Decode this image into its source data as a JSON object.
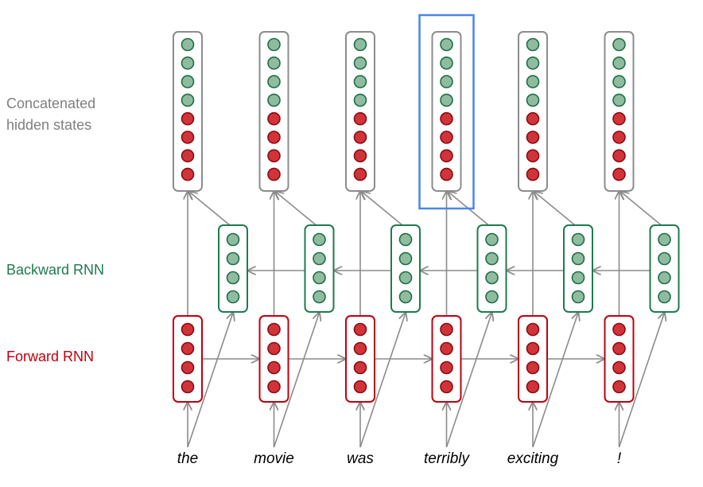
{
  "labels": {
    "concatenated": "Concatenated\nhidden states",
    "concatenated_line1": "Concatenated",
    "concatenated_line2": "hidden states",
    "backward": "Backward RNN",
    "forward": "Forward RNN"
  },
  "words": [
    "the",
    "movie",
    "was",
    "terribly",
    "exciting",
    "!"
  ],
  "highlighted_index": 3,
  "concat_units": {
    "backward_count": 4,
    "forward_count": 4
  },
  "rnn_units": 4,
  "colors": {
    "forward": "#c0000e",
    "forward_fill": "#d13438",
    "forward_stroke": "#8b0a14",
    "backward": "#1e7b4e",
    "backward_fill": "#8fbc9f",
    "backward_stroke": "#1e6e45",
    "concat_border": "#8c8c8c",
    "arrow": "#8c8c8c",
    "highlight": "#4a86e8",
    "concat_label": "#7f7f7f"
  }
}
